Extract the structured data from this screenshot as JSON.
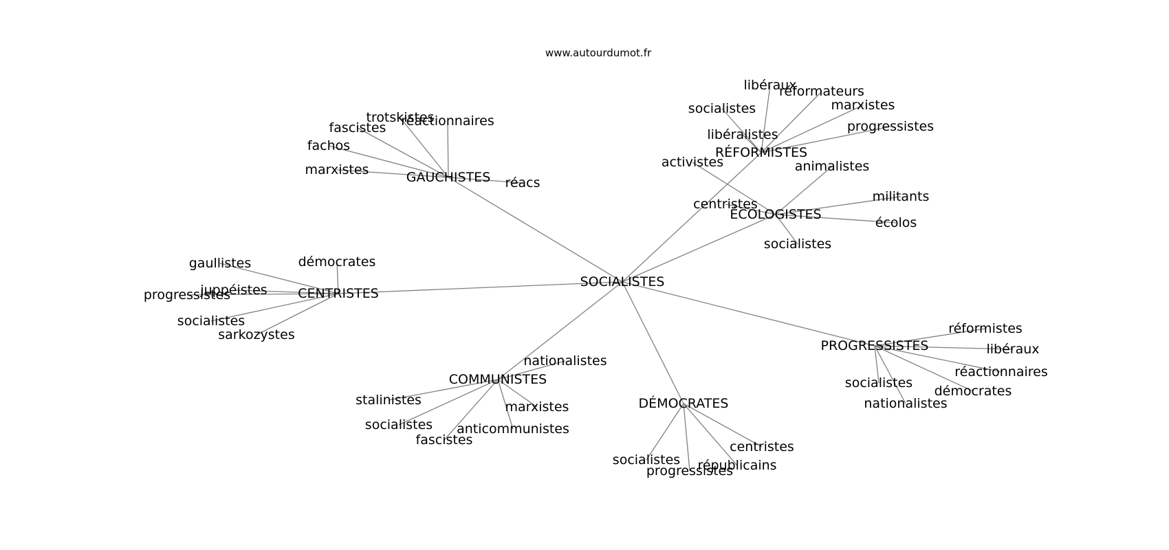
{
  "source": "www.autourdumot.fr",
  "colors": {
    "edge": "#808080",
    "text": "#000000",
    "background": "#ffffff"
  },
  "graph": {
    "center": "SOCIALISTES",
    "clusters": [
      {
        "label": "GAUCHISTES",
        "words": [
          "trotskistes",
          "réactionnaires",
          "fascistes",
          "fachos",
          "marxistes",
          "réacs"
        ]
      },
      {
        "label": "RÉFORMISTES",
        "words": [
          "libéraux",
          "réformateurs",
          "socialistes",
          "marxistes",
          "progressistes",
          "libéralistes"
        ]
      },
      {
        "label": "ÉCOLOGISTES",
        "words": [
          "activistes",
          "animalistes",
          "centristes",
          "militants",
          "écolos",
          "socialistes"
        ]
      },
      {
        "label": "CENTRISTES",
        "words": [
          "gaullistes",
          "démocrates",
          "juppéistes",
          "progressistes",
          "socialistes",
          "sarkozystes"
        ]
      },
      {
        "label": "PROGRESSISTES",
        "words": [
          "réformistes",
          "libéraux",
          "réactionnaires",
          "socialistes",
          "démocrates",
          "nationalistes"
        ]
      },
      {
        "label": "COMMUNISTES",
        "words": [
          "nationalistes",
          "stalinistes",
          "marxistes",
          "socialistes",
          "anticommunistes",
          "fascistes"
        ]
      },
      {
        "label": "DÉMOCRATES",
        "words": [
          "centristes",
          "socialistes",
          "républicains",
          "progressistes"
        ]
      }
    ]
  }
}
